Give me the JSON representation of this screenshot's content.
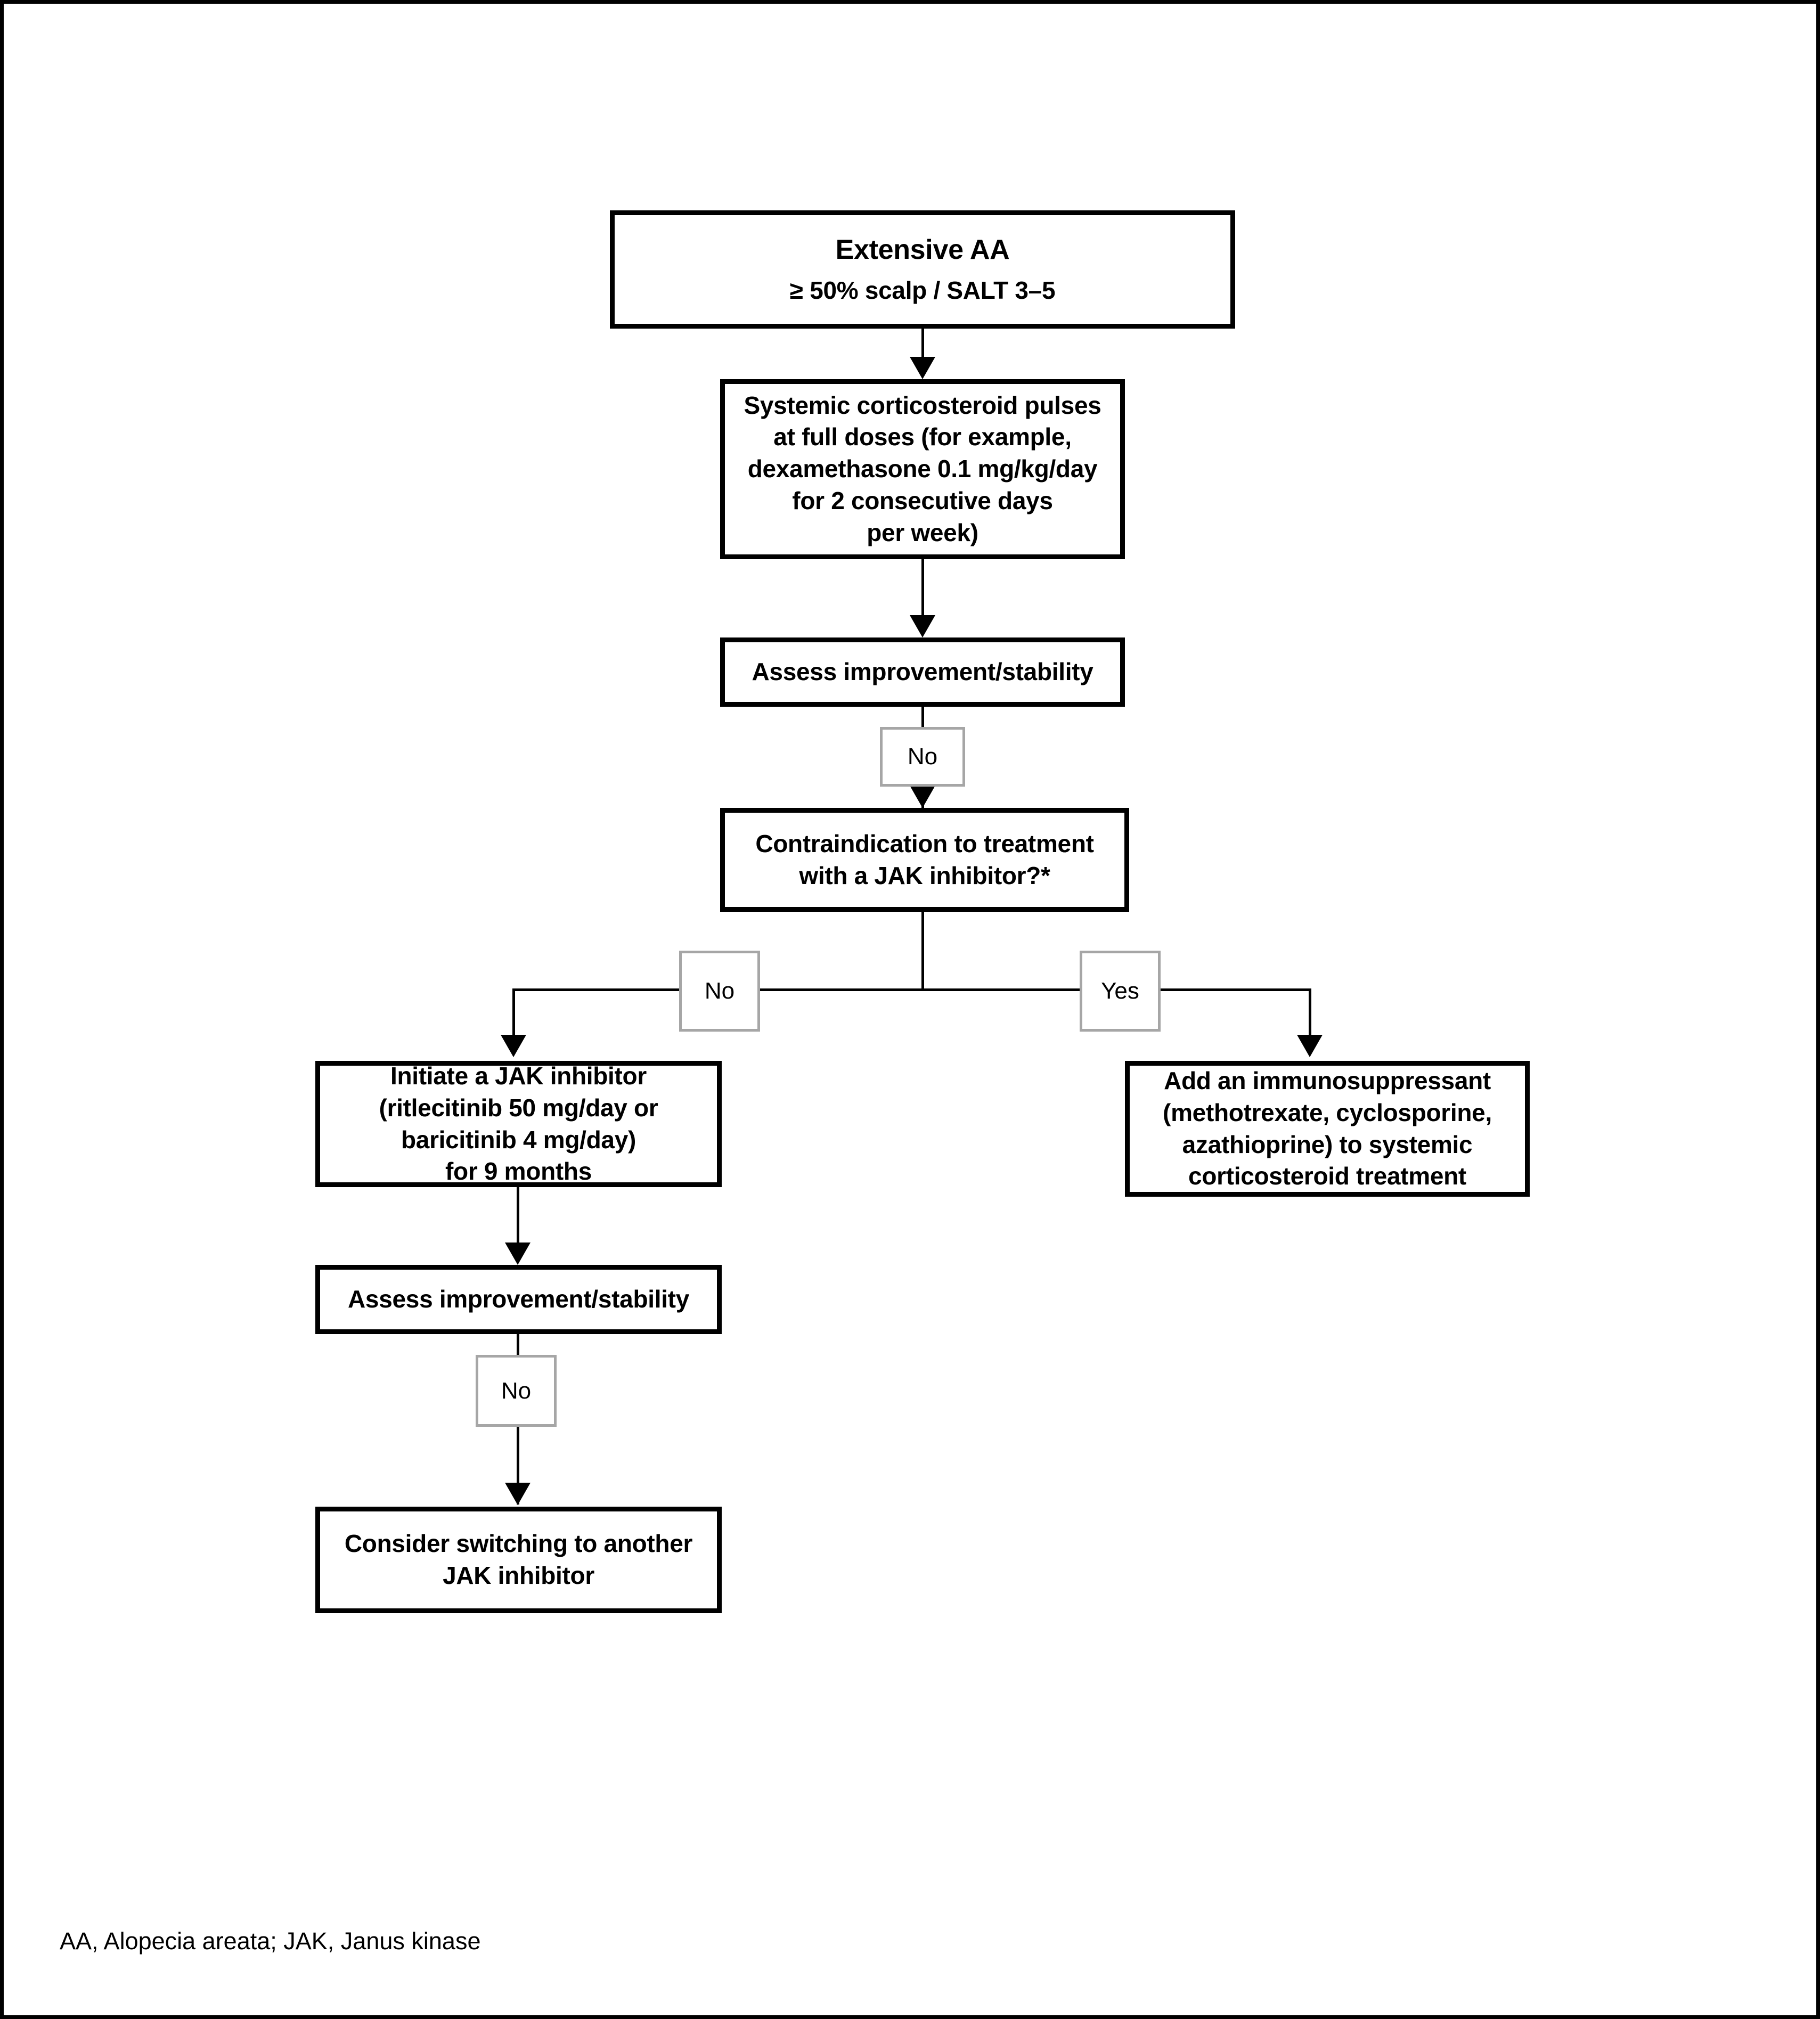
{
  "diagram": {
    "title_node": {
      "title": "Extensive AA",
      "subtitle": "≥ 50% scalp / SALT 3–5"
    },
    "nodes": {
      "corticosteroid_pulses": {
        "l1": "Systemic corticosteroid pulses",
        "l2": "at full doses (for example,",
        "l3": "dexamethasone 0.1 mg/kg/day",
        "l4": "for 2 consecutive days",
        "l5": "per week)"
      },
      "assess_1": {
        "l1": "Assess improvement/stability"
      },
      "contraindication": {
        "l1": "Contraindication to treatment",
        "l2": "with a JAK inhibitor?*"
      },
      "initiate_jak": {
        "l1": "Initiate a JAK inhibitor",
        "l2": "(ritlecitinib 50 mg/day or",
        "l3": "baricitinib 4 mg/day)",
        "l4": "for 9 months"
      },
      "add_immunosuppressant": {
        "l1": "Add an immunosuppressant",
        "l2": "(methotrexate, cyclosporine,",
        "l3": "azathioprine) to systemic",
        "l4": "corticosteroid treatment"
      },
      "assess_2": {
        "l1": "Assess improvement/stability"
      },
      "switch_jak": {
        "l1": "Consider switching to another",
        "l2": "JAK inhibitor"
      }
    },
    "edge_labels": {
      "no_after_assess_1": "No",
      "no_branch": "No",
      "yes_branch": "Yes",
      "no_after_assess_2": "No"
    },
    "footnote": "AA, Alopecia areata; JAK, Janus kinase",
    "colors": {
      "node_border": "#000000",
      "label_border": "#a6a6a6",
      "connector": "#000000",
      "background": "#ffffff"
    }
  }
}
